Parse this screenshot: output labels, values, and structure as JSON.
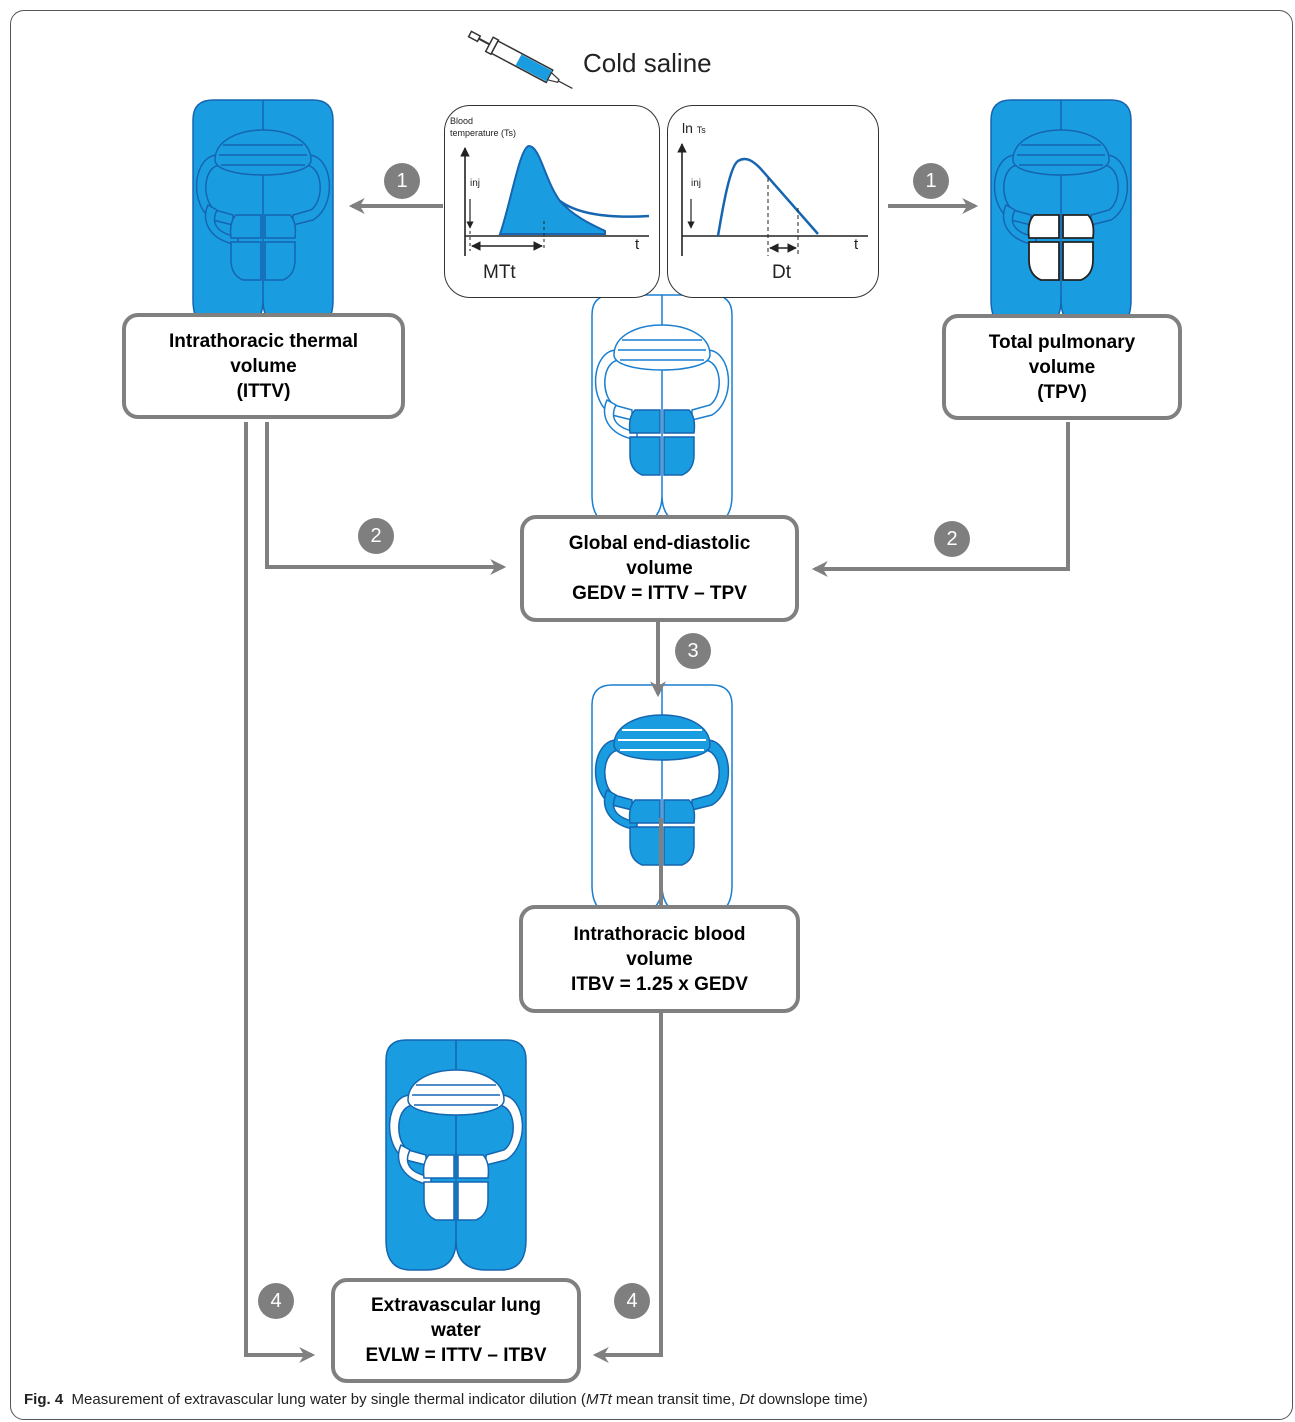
{
  "header": {
    "syringe_label": "Cold saline"
  },
  "curve_left": {
    "ylabel_line1": "Blood",
    "ylabel_line2": "temperature (Ts)",
    "inj_label": "inj",
    "x_label": "t",
    "interval_label": "MTt"
  },
  "curve_right": {
    "ylabel_prefix": "ln",
    "ylabel_sub": "Ts",
    "inj_label": "inj",
    "x_label": "t",
    "interval_label": "Dt"
  },
  "steps": {
    "s1": "1",
    "s2": "2",
    "s3": "3",
    "s4": "4"
  },
  "boxes": {
    "ittv": {
      "line1": "Intrathoracic thermal",
      "line2": "volume",
      "line3": "(ITTV)"
    },
    "tpv": {
      "line1": "Total pulmonary",
      "line2": "volume",
      "line3": "(TPV)"
    },
    "gedv": {
      "line1": "Global end-diastolic",
      "line2": "volume",
      "line3": "GEDV = ITTV – TPV"
    },
    "itbv": {
      "line1": "Intrathoracic blood",
      "line2": "volume",
      "line3": "ITBV = 1.25 x GEDV"
    },
    "evlw": {
      "line1": "Extravascular lung",
      "line2": "water",
      "line3": "EVLW = ITTV – ITBV"
    }
  },
  "caption": {
    "fig_label": "Fig. 4",
    "text": "Measurement of extravascular lung water by single thermal indicator dilution (",
    "abbr1": "MTt",
    "def1": " mean transit time, ",
    "abbr2": "Dt",
    "def2": " downslope time)"
  },
  "colors": {
    "blue": "#1a9de0",
    "dark_blue": "#1565b0",
    "arrow_gray": "#808080"
  }
}
